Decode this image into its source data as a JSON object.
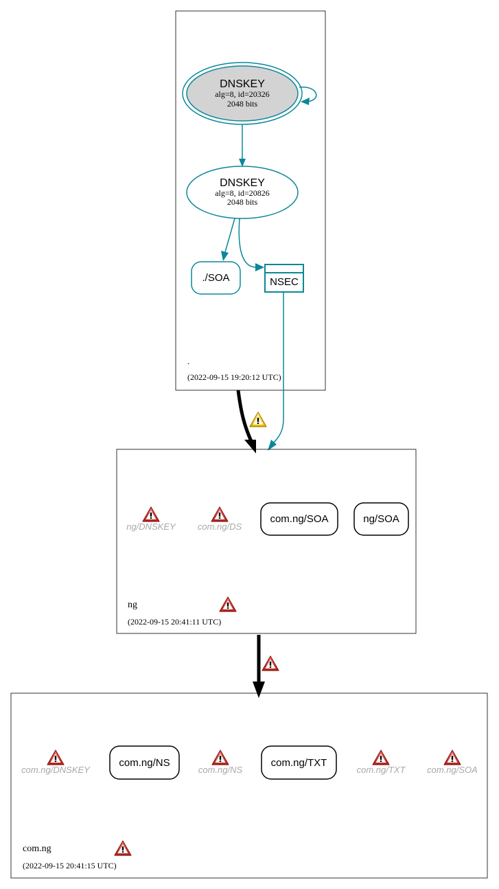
{
  "colors": {
    "teal": "#0a879a",
    "key_fill": "#d3d3d3",
    "warn_red": "#d0342c",
    "warn_yellow": "#f2c200",
    "faded_text": "#a8a8a8",
    "border": "#000000"
  },
  "zones": {
    "root": {
      "name": ".",
      "timestamp": "(2022-09-15 19:20:12 UTC)",
      "ksk": {
        "title": "DNSKEY",
        "line1": "alg=8, id=20326",
        "line2": "2048 bits"
      },
      "zsk": {
        "title": "DNSKEY",
        "line1": "alg=8, id=20826",
        "line2": "2048 bits"
      },
      "soa": "./SOA",
      "nsec": "NSEC"
    },
    "ng": {
      "name": "ng",
      "timestamp": "(2022-09-15 20:41:11 UTC)",
      "missing": [
        "ng/DNSKEY",
        "com.ng/DS"
      ],
      "records": [
        "com.ng/SOA",
        "ng/SOA"
      ]
    },
    "comng": {
      "name": "com.ng",
      "timestamp": "(2022-09-15 20:41:15 UTC)",
      "missing_dnskey": "com.ng/DNSKEY",
      "rec_ns": "com.ng/NS",
      "missing_ns": "com.ng/NS",
      "rec_txt": "com.ng/TXT",
      "missing_txt": "com.ng/TXT",
      "missing_soa": "com.ng/SOA"
    }
  },
  "icons": {
    "warning": "warning-triangle-icon",
    "error": "error-triangle-icon"
  }
}
